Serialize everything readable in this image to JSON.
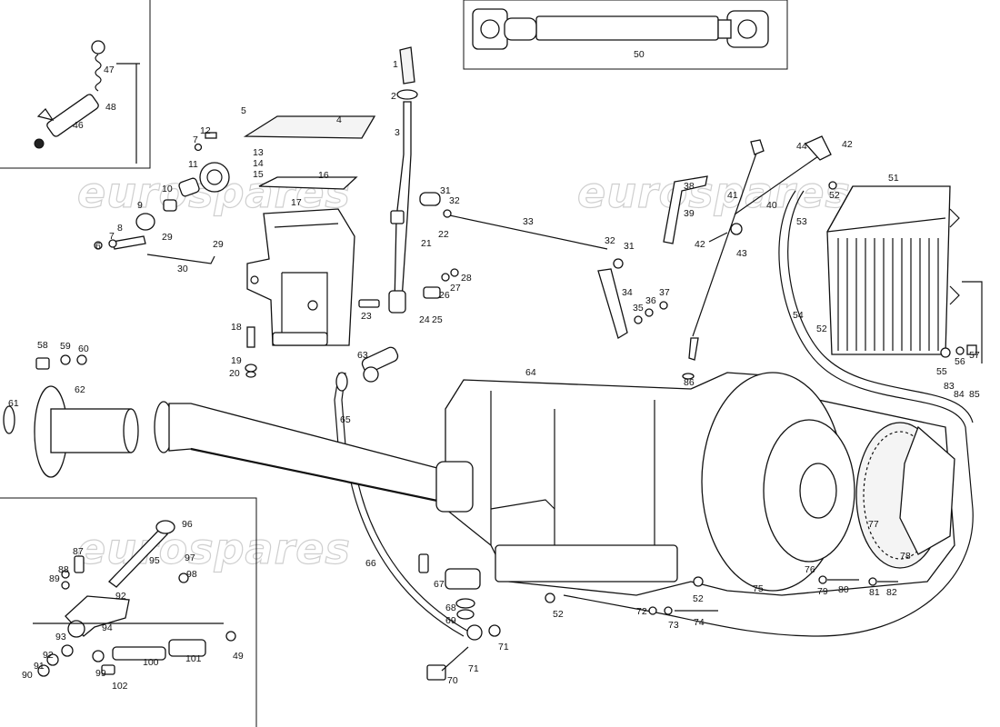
{
  "diagram": {
    "watermark_text": "eurospares",
    "callouts": [
      {
        "id": "c1",
        "label": "1"
      },
      {
        "id": "c2",
        "label": "2"
      },
      {
        "id": "c3",
        "label": "3"
      },
      {
        "id": "c4",
        "label": "4"
      },
      {
        "id": "c5",
        "label": "5"
      },
      {
        "id": "c6",
        "label": "6"
      },
      {
        "id": "c7a",
        "label": "7"
      },
      {
        "id": "c7b",
        "label": "7"
      },
      {
        "id": "c8",
        "label": "8"
      },
      {
        "id": "c9",
        "label": "9"
      },
      {
        "id": "c10",
        "label": "10"
      },
      {
        "id": "c11",
        "label": "11"
      },
      {
        "id": "c12",
        "label": "12"
      },
      {
        "id": "c13",
        "label": "13"
      },
      {
        "id": "c14",
        "label": "14"
      },
      {
        "id": "c15",
        "label": "15"
      },
      {
        "id": "c16",
        "label": "16"
      },
      {
        "id": "c17",
        "label": "17"
      },
      {
        "id": "c18",
        "label": "18"
      },
      {
        "id": "c19",
        "label": "19"
      },
      {
        "id": "c20",
        "label": "20"
      },
      {
        "id": "c21",
        "label": "21"
      },
      {
        "id": "c22",
        "label": "22"
      },
      {
        "id": "c23",
        "label": "23"
      },
      {
        "id": "c24",
        "label": "24"
      },
      {
        "id": "c25",
        "label": "25"
      },
      {
        "id": "c26",
        "label": "26"
      },
      {
        "id": "c27",
        "label": "27"
      },
      {
        "id": "c28",
        "label": "28"
      },
      {
        "id": "c29a",
        "label": "29"
      },
      {
        "id": "c29b",
        "label": "29"
      },
      {
        "id": "c30",
        "label": "30"
      },
      {
        "id": "c31a",
        "label": "31"
      },
      {
        "id": "c31b",
        "label": "31"
      },
      {
        "id": "c32a",
        "label": "32"
      },
      {
        "id": "c32b",
        "label": "32"
      },
      {
        "id": "c33",
        "label": "33"
      },
      {
        "id": "c34",
        "label": "34"
      },
      {
        "id": "c35",
        "label": "35"
      },
      {
        "id": "c36",
        "label": "36"
      },
      {
        "id": "c37",
        "label": "37"
      },
      {
        "id": "c38",
        "label": "38"
      },
      {
        "id": "c39",
        "label": "39"
      },
      {
        "id": "c40",
        "label": "40"
      },
      {
        "id": "c41",
        "label": "41"
      },
      {
        "id": "c42a",
        "label": "42"
      },
      {
        "id": "c42b",
        "label": "42"
      },
      {
        "id": "c43",
        "label": "43"
      },
      {
        "id": "c44",
        "label": "44"
      },
      {
        "id": "c46",
        "label": "46"
      },
      {
        "id": "c47",
        "label": "47"
      },
      {
        "id": "c48",
        "label": "48"
      },
      {
        "id": "c49",
        "label": "49"
      },
      {
        "id": "c50",
        "label": "50"
      },
      {
        "id": "c51",
        "label": "51"
      },
      {
        "id": "c52a",
        "label": "52"
      },
      {
        "id": "c52b",
        "label": "52"
      },
      {
        "id": "c52c",
        "label": "52"
      },
      {
        "id": "c52d",
        "label": "52"
      },
      {
        "id": "c53",
        "label": "53"
      },
      {
        "id": "c54",
        "label": "54"
      },
      {
        "id": "c55",
        "label": "55"
      },
      {
        "id": "c56",
        "label": "56"
      },
      {
        "id": "c57",
        "label": "57"
      },
      {
        "id": "c58",
        "label": "58"
      },
      {
        "id": "c59",
        "label": "59"
      },
      {
        "id": "c60",
        "label": "60"
      },
      {
        "id": "c61",
        "label": "61"
      },
      {
        "id": "c62",
        "label": "62"
      },
      {
        "id": "c63",
        "label": "63"
      },
      {
        "id": "c64",
        "label": "64"
      },
      {
        "id": "c65",
        "label": "65"
      },
      {
        "id": "c66",
        "label": "66"
      },
      {
        "id": "c67",
        "label": "67"
      },
      {
        "id": "c68",
        "label": "68"
      },
      {
        "id": "c69",
        "label": "69"
      },
      {
        "id": "c70",
        "label": "70"
      },
      {
        "id": "c71a",
        "label": "71"
      },
      {
        "id": "c71b",
        "label": "71"
      },
      {
        "id": "c72",
        "label": "72"
      },
      {
        "id": "c73",
        "label": "73"
      },
      {
        "id": "c74",
        "label": "74"
      },
      {
        "id": "c75",
        "label": "75"
      },
      {
        "id": "c76",
        "label": "76"
      },
      {
        "id": "c77",
        "label": "77"
      },
      {
        "id": "c78",
        "label": "78"
      },
      {
        "id": "c79",
        "label": "79"
      },
      {
        "id": "c80",
        "label": "80"
      },
      {
        "id": "c81",
        "label": "81"
      },
      {
        "id": "c82",
        "label": "82"
      },
      {
        "id": "c83",
        "label": "83"
      },
      {
        "id": "c84",
        "label": "84"
      },
      {
        "id": "c85",
        "label": "85"
      },
      {
        "id": "c86",
        "label": "86"
      },
      {
        "id": "c87",
        "label": "87"
      },
      {
        "id": "c88",
        "label": "88"
      },
      {
        "id": "c89",
        "label": "89"
      },
      {
        "id": "c90",
        "label": "90"
      },
      {
        "id": "c91",
        "label": "91"
      },
      {
        "id": "c92a",
        "label": "92"
      },
      {
        "id": "c92b",
        "label": "92"
      },
      {
        "id": "c93",
        "label": "93"
      },
      {
        "id": "c94",
        "label": "94"
      },
      {
        "id": "c95",
        "label": "95"
      },
      {
        "id": "c96",
        "label": "96"
      },
      {
        "id": "c97",
        "label": "97"
      },
      {
        "id": "c98",
        "label": "98"
      },
      {
        "id": "c99",
        "label": "99"
      },
      {
        "id": "c100",
        "label": "100"
      },
      {
        "id": "c101",
        "label": "101"
      },
      {
        "id": "c102",
        "label": "102"
      }
    ]
  }
}
